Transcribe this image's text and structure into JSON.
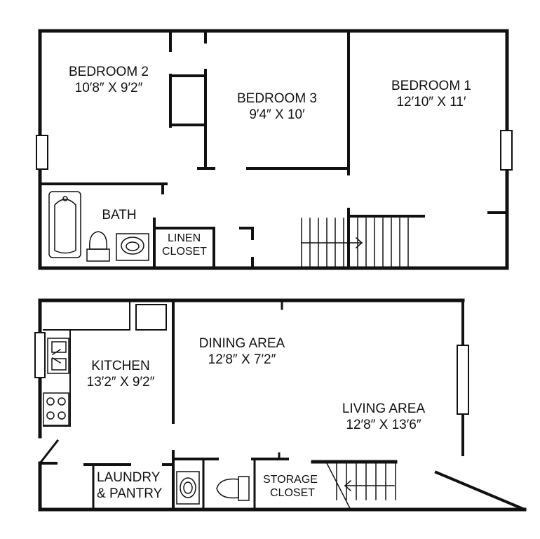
{
  "rooms": {
    "bedroom2": {
      "name": "BEDROOM 2",
      "dims": "10′8″ X 9′2″"
    },
    "bedroom3": {
      "name": "BEDROOM 3",
      "dims": "9′4″ X 10′"
    },
    "bedroom1": {
      "name": "BEDROOM 1",
      "dims": "12′10″ X 11′"
    },
    "bath": {
      "name": "BATH"
    },
    "linen": {
      "line1": "LINEN",
      "line2": "CLOSET"
    },
    "kitchen": {
      "name": "KITCHEN",
      "dims": "13′2″ X 9′2″"
    },
    "dining": {
      "name": "DINING AREA",
      "dims": "12′8″ X 7′2″"
    },
    "living": {
      "name": "LIVING AREA",
      "dims": "12′8″ X 13′6″"
    },
    "laundry": {
      "line1": "LAUNDRY",
      "line2": "& PANTRY"
    },
    "storage": {
      "line1": "STORAGE",
      "line2": "CLOSET"
    }
  },
  "colors": {
    "wall": "#111111",
    "background": "#ffffff"
  }
}
